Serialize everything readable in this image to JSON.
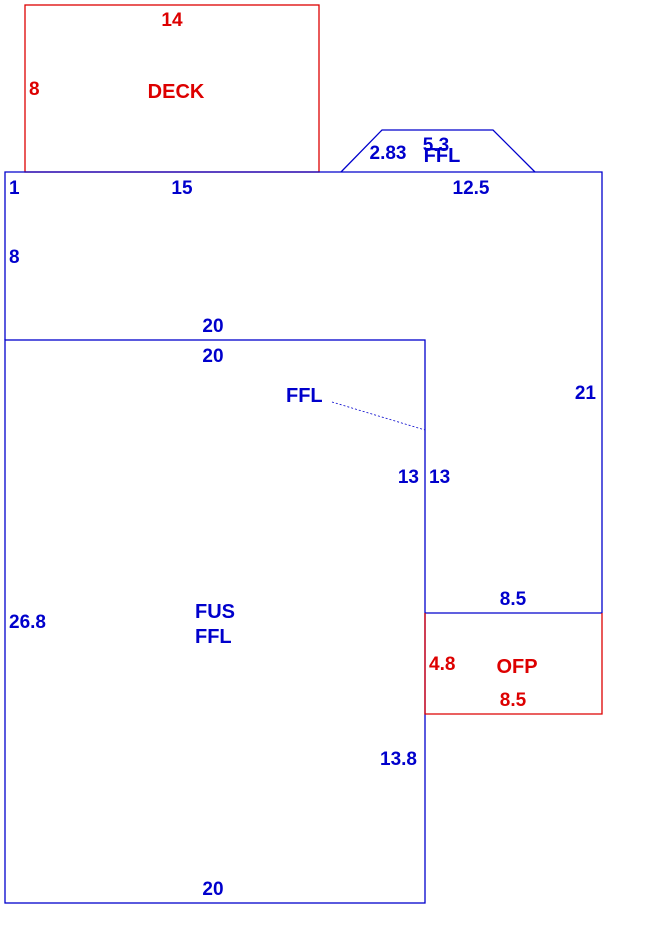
{
  "colors": {
    "living": "#0000cc",
    "exterior": "#dd0000",
    "background": "#ffffff"
  },
  "deck": {
    "label": "DECK",
    "top_dim": "14",
    "side_dim": "8"
  },
  "bay": {
    "label": "FFL",
    "dim_left": "2.83",
    "dim_top": "5.3"
  },
  "upper_section": {
    "dim_corner": "1",
    "dim_top_a": "15",
    "dim_top_b": "12.5",
    "dim_left": "8",
    "dim_bottom": "20",
    "dim_right": "21"
  },
  "main_section": {
    "label_line1": "FUS",
    "label_line2": "FFL",
    "dim_top": "20",
    "dim_left": "26.8",
    "dim_right_upper": "13",
    "dim_right_lower": "13.8",
    "dim_bottom": "20"
  },
  "floating_label": {
    "text": "FFL"
  },
  "inner_section": {
    "dim_left": "13",
    "dim_bottom": "8.5"
  },
  "porch": {
    "label": "OFP",
    "dim_left": "4.8",
    "dim_bottom": "8.5"
  }
}
